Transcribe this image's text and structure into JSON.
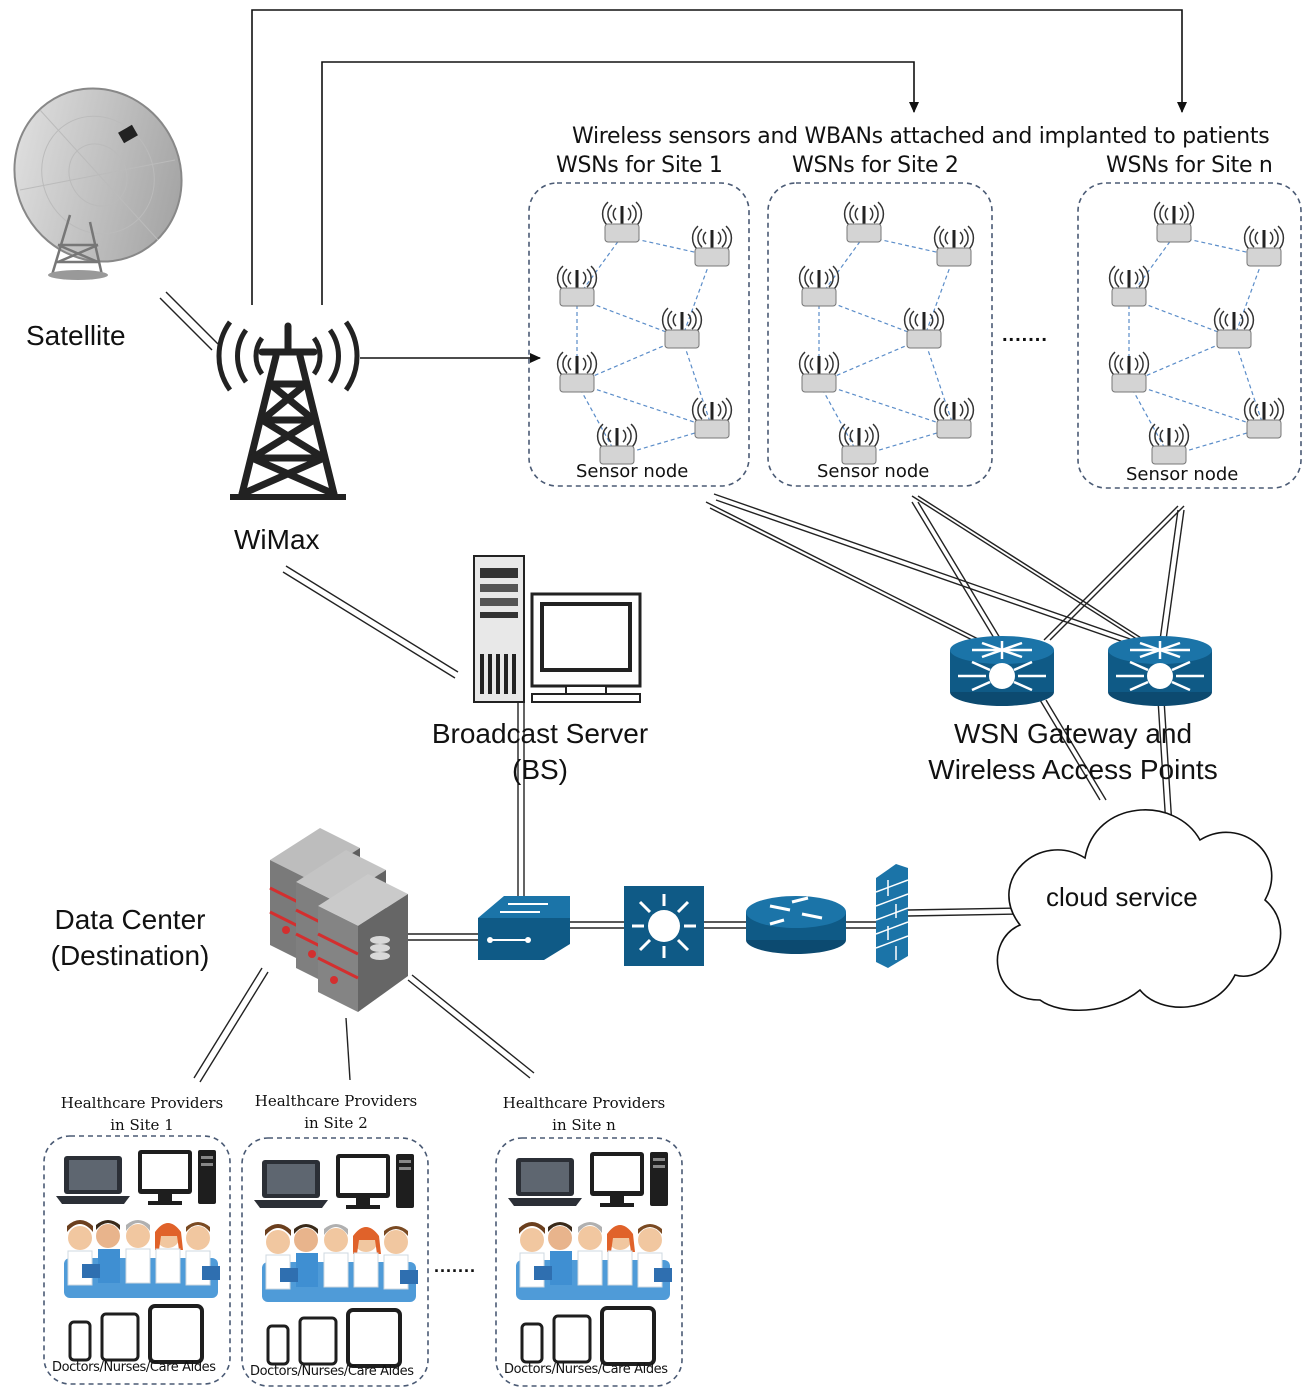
{
  "labels": {
    "satellite": "Satellite",
    "wimax": "WiMax",
    "broadcast_server_line1": "Broadcast Server",
    "broadcast_server_line2": "(BS)",
    "gateway_line1": "WSN Gateway and",
    "gateway_line2": "Wireless Access Points",
    "cloud": "cloud service",
    "data_center_line1": "Data Center",
    "data_center_line2": "(Destination)",
    "wsn_header": "Wireless sensors and WBANs attached and implanted to patients",
    "ellipsis": "......."
  },
  "wsn_sites": [
    {
      "title": "WSNs for Site 1",
      "caption": "Sensor node"
    },
    {
      "title": "WSNs for Site 2",
      "caption": "Sensor node"
    },
    {
      "title": "WSNs for Site n",
      "caption": "Sensor node"
    }
  ],
  "provider_sites": [
    {
      "title_line1": "Healthcare Providers",
      "title_line2": "in Site 1",
      "caption": "Doctors/Nurses/Care Aides"
    },
    {
      "title_line1": "Healthcare Providers",
      "title_line2": "in Site 2",
      "caption": "Doctors/Nurses/Care Aides"
    },
    {
      "title_line1": "Healthcare Providers",
      "title_line2": "in Site n",
      "caption": "Doctors/Nurses/Care Aides"
    }
  ],
  "icons": [
    "satellite-dish-icon",
    "wimax-tower-icon",
    "server-computer-icon",
    "wsn-gateway-icon",
    "cloud-icon",
    "data-center-icon",
    "switch-icon",
    "layer3-switch-icon",
    "router-icon",
    "firewall-icon",
    "laptop-icon",
    "monitor-icon",
    "tower-pc-icon",
    "phone-icon",
    "tablet-icon",
    "medical-staff-icon",
    "sensor-node-icon"
  ],
  "colors": {
    "network_blue": "#0f5a86",
    "server_red": "#c0392b",
    "dashed_border": "#4a5a74",
    "sensor_link": "#5b8dc9"
  }
}
